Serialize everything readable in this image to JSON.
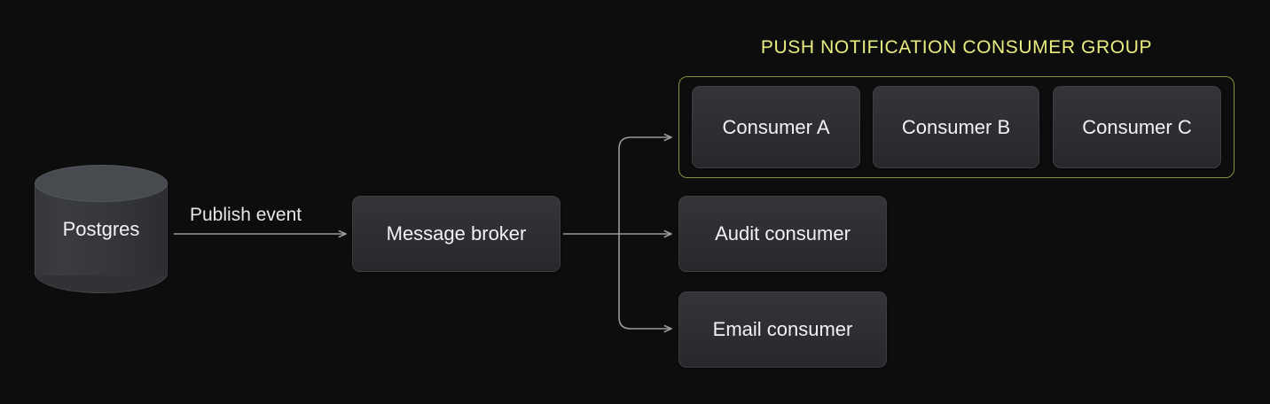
{
  "diagram": {
    "title": "PUSH NOTIFICATION CONSUMER GROUP",
    "background_color": "#0d0d0d",
    "accent_color": "#e9ec80",
    "group_border_color": "#8c8f3f",
    "node_fill_color": "#2e3034",
    "text_color": "#f2f2f4",
    "connector_color": "#9a9a9e"
  },
  "source": {
    "label": "Postgres",
    "shape": "cylinder"
  },
  "edges": [
    {
      "label": "Publish event",
      "from": "postgres",
      "to": "message-broker"
    },
    {
      "label": "",
      "from": "message-broker",
      "to": "push-notification-consumer-group"
    },
    {
      "label": "",
      "from": "message-broker",
      "to": "audit-consumer"
    },
    {
      "label": "",
      "from": "message-broker",
      "to": "email-consumer"
    }
  ],
  "broker": {
    "label": "Message broker"
  },
  "consumer_group": {
    "title": "PUSH NOTIFICATION CONSUMER GROUP",
    "members": [
      {
        "label": "Consumer A"
      },
      {
        "label": "Consumer B"
      },
      {
        "label": "Consumer C"
      }
    ]
  },
  "standalone_consumers": [
    {
      "label": "Audit consumer"
    },
    {
      "label": "Email consumer"
    }
  ]
}
